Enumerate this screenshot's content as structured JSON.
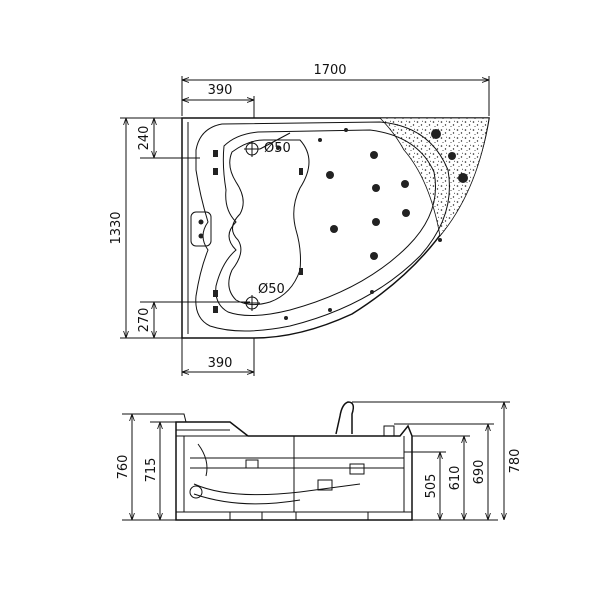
{
  "top_view": {
    "overall_width": "1700",
    "overall_depth": "1330",
    "left_top_width": "390",
    "left_bottom_width": "390",
    "top_offset": "240",
    "bottom_offset": "270",
    "drain_top": "Ø50",
    "drain_bottom": "Ø50"
  },
  "side_view": {
    "height_760": "760",
    "height_715": "715",
    "height_505": "505",
    "height_610": "610",
    "height_690": "690",
    "height_780": "780"
  }
}
